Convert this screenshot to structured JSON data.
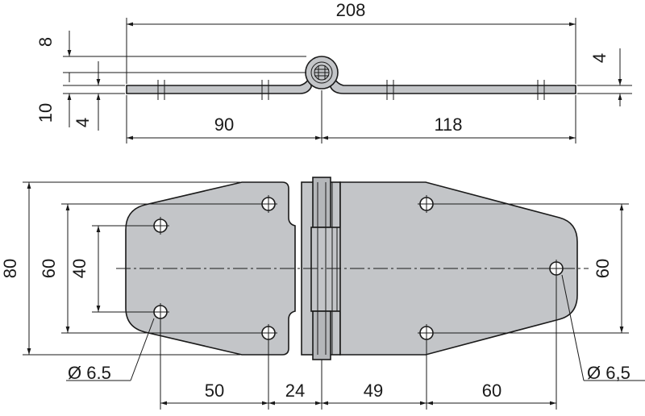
{
  "drawing": {
    "side_view": {
      "overall_length": "208",
      "left_leaf_length": "90",
      "right_leaf_length": "118",
      "knuckle_height": "8",
      "total_thickness": "10",
      "leaf_thickness_left": "4",
      "leaf_thickness_right": "4"
    },
    "top_view": {
      "overall_height": "80",
      "outer_hole_spacing": "60",
      "inner_hole_spacing": "40",
      "right_hole_spacing": "60",
      "left_hole_diameter": "Ø 6.5",
      "right_hole_diameter": "Ø 6,5",
      "span_a": "50",
      "span_b": "24",
      "span_c": "49",
      "span_d": "60"
    },
    "colors": {
      "part_fill": "#c3c5c8",
      "line": "#1a1a1a",
      "pin_fill": "#b5b7ba"
    }
  }
}
